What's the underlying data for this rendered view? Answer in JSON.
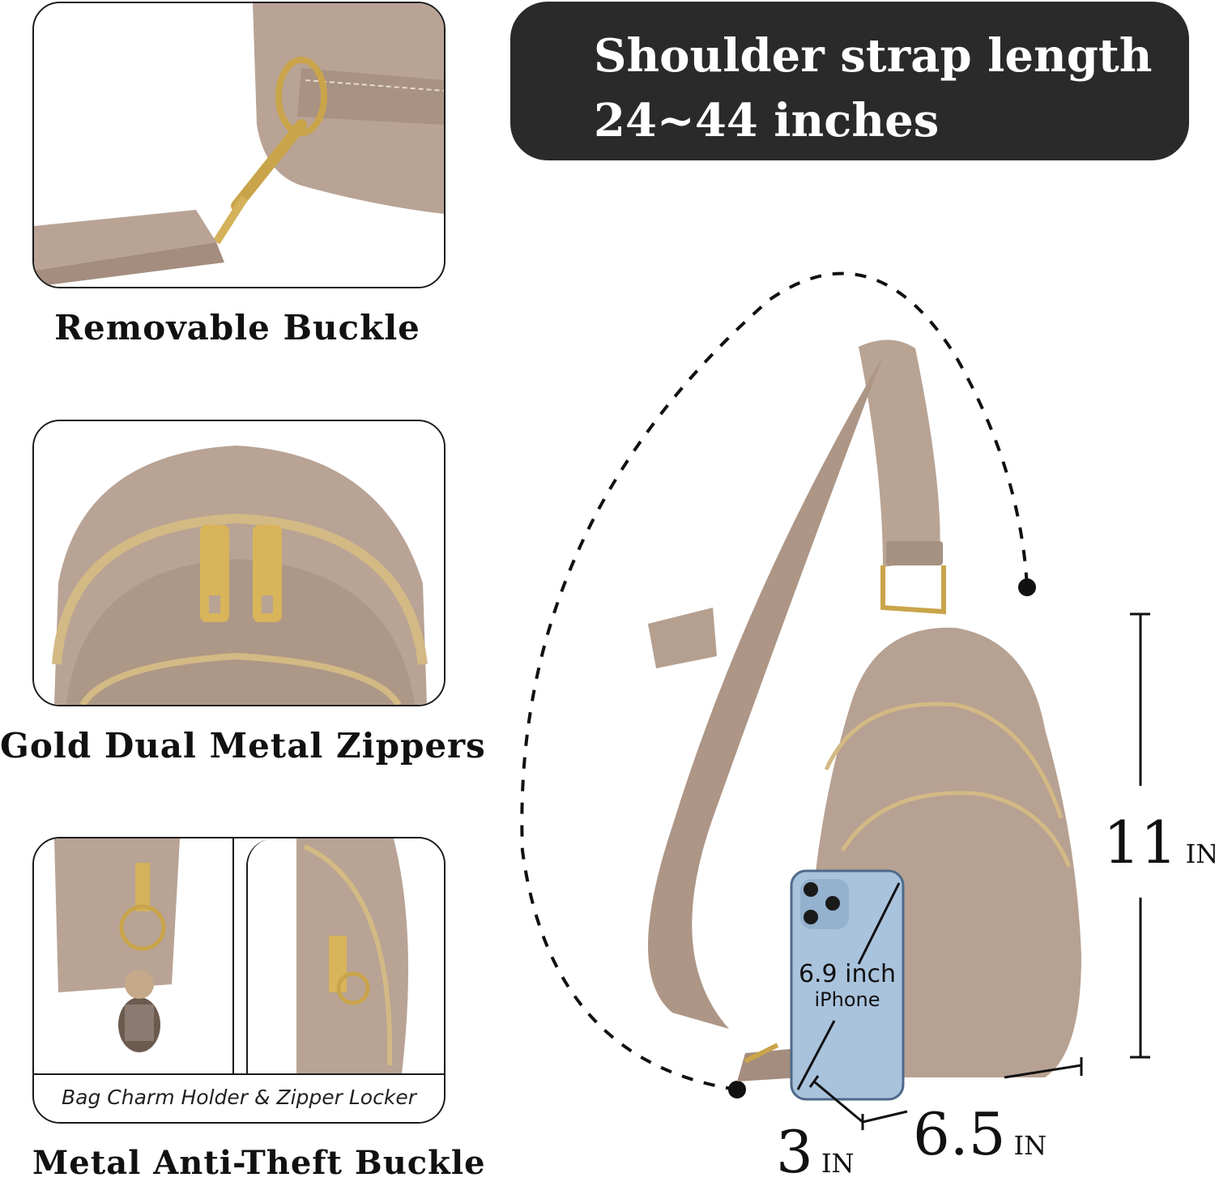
{
  "banner": {
    "line1": "Shoulder strap length",
    "line2": "24~44 inches"
  },
  "features": [
    {
      "caption": "Removable Buckle"
    },
    {
      "caption": "Gold Dual Metal Zippers"
    },
    {
      "caption": "Metal Anti-Theft Buckle",
      "inner_caption": "Bag Charm Holder & Zipper Locker"
    }
  ],
  "phone": {
    "size_label": "6.9 inch",
    "model_label": "iPhone"
  },
  "dimensions": {
    "height": {
      "value": "11",
      "unit": "IN"
    },
    "width": {
      "value": "6.5",
      "unit": "IN"
    },
    "depth": {
      "value": "3",
      "unit": "IN"
    }
  },
  "colors": {
    "leather": "#b59f8f",
    "banner": "#2a2a2a",
    "gold": "#c9a44a",
    "phone": "#a9c3dd"
  }
}
